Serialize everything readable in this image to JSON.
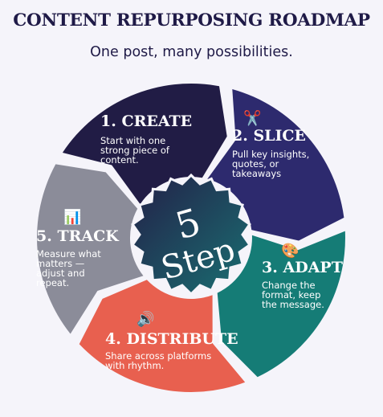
{
  "title": "CONTENT REPURPOSING ROADMAP",
  "subtitle": "One post, many possibilities.",
  "center": {
    "number": "5",
    "word": "Step"
  },
  "steps": [
    {
      "title": "1. CREATE",
      "desc": [
        "Start with one",
        "strong piece of",
        "content."
      ],
      "icon": "",
      "icon_name": "",
      "color": "#211c45"
    },
    {
      "title": "2. SLICE",
      "desc": [
        "Pull key insights,",
        "quotes, or",
        "takeaways"
      ],
      "icon": "✂️",
      "icon_name": "scissors-icon",
      "color": "#2d2a6e"
    },
    {
      "title": "3. ADAPT",
      "desc": [
        "Change the",
        "format, keep",
        "the message."
      ],
      "icon": "🎨",
      "icon_name": "palette-icon",
      "color": "#157c76"
    },
    {
      "title": "4. DISTRIBUTE",
      "desc": [
        "Share across platforms",
        "with rhythm."
      ],
      "icon": "🔊",
      "icon_name": "speaker-icon",
      "color": "#e8604f"
    },
    {
      "title": "5. TRACK",
      "desc": [
        "Measure what",
        "matters —",
        "adjust and",
        "repeat."
      ],
      "icon": "📊",
      "icon_name": "bar-chart-icon",
      "color": "#8b8c99"
    }
  ]
}
